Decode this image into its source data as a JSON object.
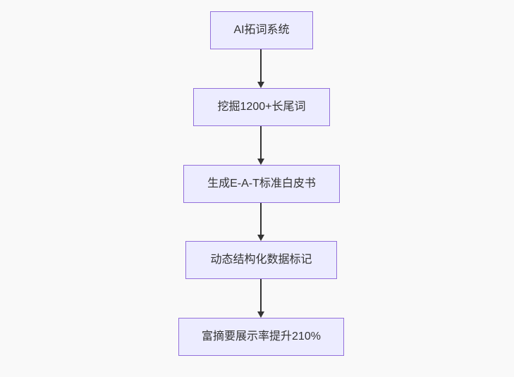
{
  "diagram": {
    "type": "flowchart",
    "direction": "top-down",
    "nodes": [
      {
        "id": "step-1",
        "label": "AI拓词系统"
      },
      {
        "id": "step-2",
        "label": "挖掘1200+长尾词"
      },
      {
        "id": "step-3",
        "label": "生成E-A-T标准白皮书"
      },
      {
        "id": "step-4",
        "label": "动态结构化数据标记"
      },
      {
        "id": "step-5",
        "label": "富摘要展示率提升210%"
      }
    ],
    "edges": [
      {
        "from": "step-1",
        "to": "step-2"
      },
      {
        "from": "step-2",
        "to": "step-3"
      },
      {
        "from": "step-3",
        "to": "step-4"
      },
      {
        "from": "step-4",
        "to": "step-5"
      }
    ],
    "colors": {
      "node_fill": "#ECECFF",
      "node_border": "#9370DB",
      "node_text": "#333333",
      "arrow": "#333333",
      "background": "#F9F9F9"
    }
  }
}
